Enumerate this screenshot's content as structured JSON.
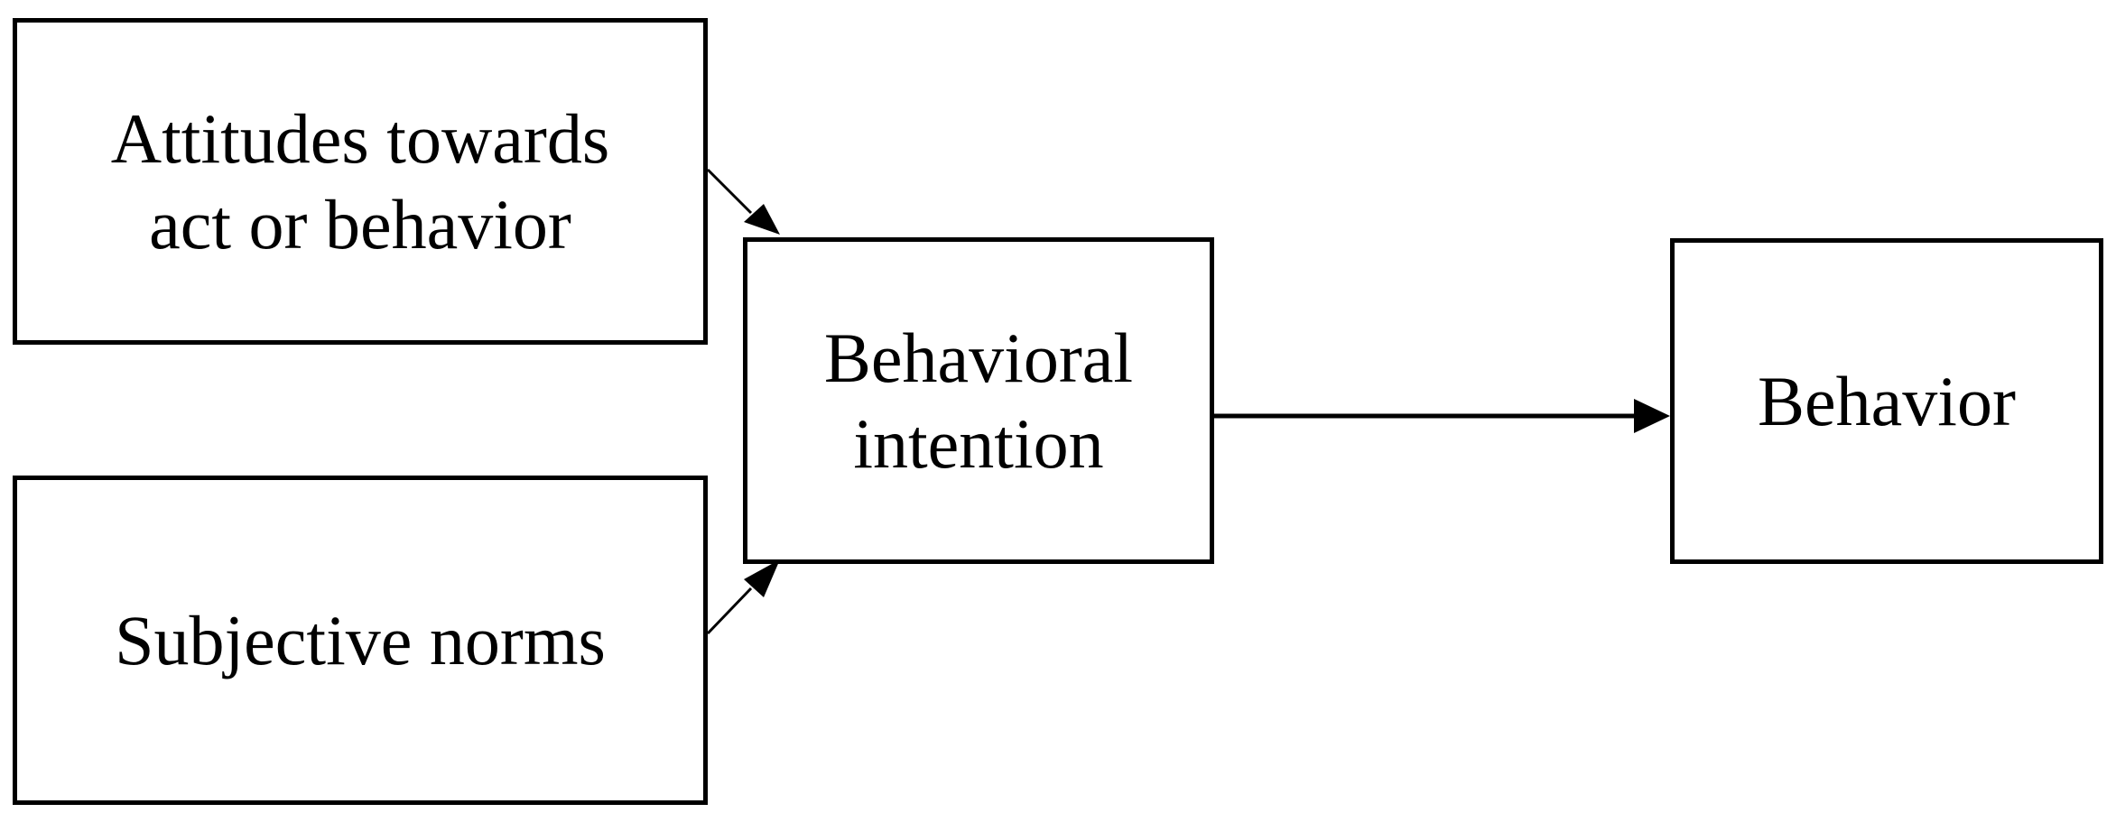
{
  "nodes": {
    "attitudes": {
      "lines": [
        "Attitudes towards",
        "act or behavior"
      ]
    },
    "norms": {
      "lines": [
        "Subjective norms"
      ]
    },
    "intention": {
      "lines": [
        "Behavioral",
        "intention"
      ]
    },
    "behavior": {
      "lines": [
        "Behavior"
      ]
    }
  },
  "edges": [
    {
      "from": "attitudes",
      "to": "intention"
    },
    {
      "from": "norms",
      "to": "intention"
    },
    {
      "from": "intention",
      "to": "behavior"
    }
  ],
  "colors": {
    "stroke": "#000000",
    "background": "#ffffff"
  }
}
